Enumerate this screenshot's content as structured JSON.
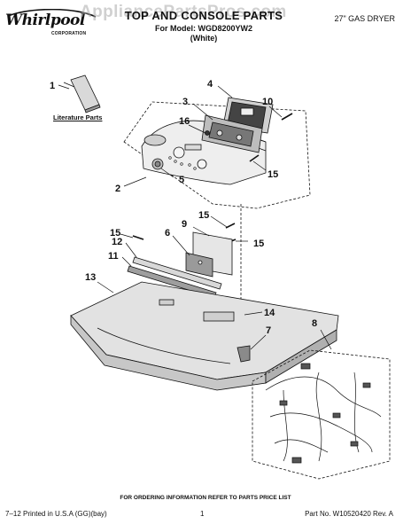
{
  "header": {
    "brand": "Whirlpool",
    "brand_sub": "CORPORATION",
    "title": "TOP AND CONSOLE PARTS",
    "model_line": "For Model: WGD8200YW2",
    "variant": "(White)",
    "product": "27\" GAS DRYER",
    "watermark": "AppliancePartsPros.com"
  },
  "literature_label": "Literature Parts",
  "callouts": [
    "1",
    "2",
    "3",
    "4",
    "5",
    "6",
    "7",
    "8",
    "9",
    "10",
    "11",
    "12",
    "13",
    "14",
    "15",
    "15",
    "15",
    "15",
    "16"
  ],
  "footer": {
    "ordering_note": "FOR ORDERING INFORMATION REFER TO PARTS PRICE LIST",
    "printed": "7–12 Printed in U.S.A (GG)(bay)",
    "page": "1",
    "part_number": "Part No. W10520420 Rev. A"
  },
  "icons": [
    "whirlpool-swoosh-icon"
  ]
}
